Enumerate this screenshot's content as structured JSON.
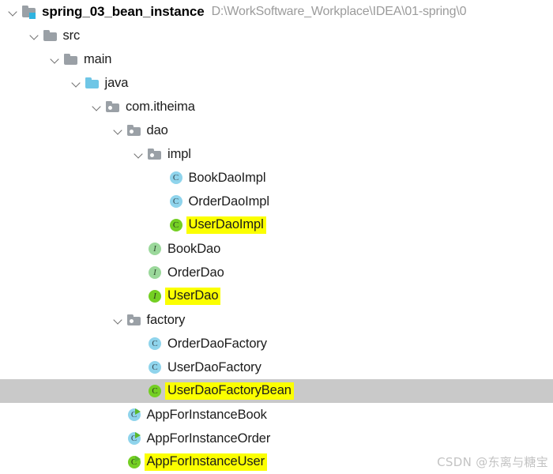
{
  "window": {
    "type": "ide-project-tree",
    "background": "#ffffff"
  },
  "colors": {
    "highlight_yellow": "#fbff00",
    "selection_gray": "#c9c9c9",
    "class_icon_blue": "#8fd4ec",
    "class_icon_green": "#74cf23",
    "interface_icon_green": "#9bd89b",
    "folder_gray": "#9aa0a6",
    "source_folder_blue": "#6fc6e6",
    "module_badge_cyan": "#2fb3e0",
    "path_text_gray": "#9b9b9b",
    "run_marker_green": "#5cb82a"
  },
  "tree": {
    "rows": [
      {
        "label": "spring_03_bean_instance",
        "path": "D:\\WorkSoftware_Workplace\\IDEA\\01-spring\\0",
        "icon": "module-folder-icon",
        "indent": 0,
        "expanded": true,
        "has_chevron": true,
        "highlighted": false,
        "selected": false,
        "bold": true
      },
      {
        "label": "src",
        "icon": "folder-icon",
        "indent": 1,
        "expanded": true,
        "has_chevron": true,
        "highlighted": false,
        "selected": false,
        "bold": false
      },
      {
        "label": "main",
        "icon": "folder-icon",
        "indent": 2,
        "expanded": true,
        "has_chevron": true,
        "highlighted": false,
        "selected": false,
        "bold": false
      },
      {
        "label": "java",
        "icon": "source-folder-icon",
        "indent": 3,
        "expanded": true,
        "has_chevron": true,
        "highlighted": false,
        "selected": false,
        "bold": false
      },
      {
        "label": "com.itheima",
        "icon": "package-icon",
        "indent": 4,
        "expanded": true,
        "has_chevron": true,
        "highlighted": false,
        "selected": false,
        "bold": false
      },
      {
        "label": "dao",
        "icon": "package-icon",
        "indent": 5,
        "expanded": true,
        "has_chevron": true,
        "highlighted": false,
        "selected": false,
        "bold": false
      },
      {
        "label": "impl",
        "icon": "package-icon",
        "indent": 6,
        "expanded": true,
        "has_chevron": true,
        "highlighted": false,
        "selected": false,
        "bold": false
      },
      {
        "label": "BookDaoImpl",
        "icon": "class-icon",
        "indent": 7,
        "expanded": false,
        "has_chevron": false,
        "highlighted": false,
        "selected": false,
        "bold": false
      },
      {
        "label": "OrderDaoImpl",
        "icon": "class-icon",
        "indent": 7,
        "expanded": false,
        "has_chevron": false,
        "highlighted": false,
        "selected": false,
        "bold": false
      },
      {
        "label": "UserDaoImpl",
        "icon": "class-icon",
        "indent": 7,
        "expanded": false,
        "has_chevron": false,
        "highlighted": true,
        "selected": false,
        "bold": false
      },
      {
        "label": "BookDao",
        "icon": "interface-icon",
        "indent": 6,
        "expanded": false,
        "has_chevron": false,
        "highlighted": false,
        "selected": false,
        "bold": false
      },
      {
        "label": "OrderDao",
        "icon": "interface-icon",
        "indent": 6,
        "expanded": false,
        "has_chevron": false,
        "highlighted": false,
        "selected": false,
        "bold": false
      },
      {
        "label": "UserDao",
        "icon": "interface-icon",
        "indent": 6,
        "expanded": false,
        "has_chevron": false,
        "highlighted": true,
        "selected": false,
        "bold": false
      },
      {
        "label": "factory",
        "icon": "package-icon",
        "indent": 5,
        "expanded": true,
        "has_chevron": true,
        "highlighted": false,
        "selected": false,
        "bold": false
      },
      {
        "label": "OrderDaoFactory",
        "icon": "class-icon",
        "indent": 6,
        "expanded": false,
        "has_chevron": false,
        "highlighted": false,
        "selected": false,
        "bold": false
      },
      {
        "label": "UserDaoFactory",
        "icon": "class-icon",
        "indent": 6,
        "expanded": false,
        "has_chevron": false,
        "highlighted": false,
        "selected": false,
        "bold": false
      },
      {
        "label": "UserDaoFactoryBean",
        "icon": "class-icon",
        "indent": 6,
        "expanded": false,
        "has_chevron": false,
        "highlighted": true,
        "selected": true,
        "bold": false
      },
      {
        "label": "AppForInstanceBook",
        "icon": "runnable-class-icon",
        "indent": 5,
        "expanded": false,
        "has_chevron": false,
        "highlighted": false,
        "selected": false,
        "bold": false
      },
      {
        "label": "AppForInstanceOrder",
        "icon": "runnable-class-icon",
        "indent": 5,
        "expanded": false,
        "has_chevron": false,
        "highlighted": false,
        "selected": false,
        "bold": false
      },
      {
        "label": "AppForInstanceUser",
        "icon": "runnable-class-icon",
        "indent": 5,
        "expanded": false,
        "has_chevron": false,
        "highlighted": true,
        "selected": false,
        "bold": false
      }
    ]
  },
  "watermark": {
    "text": "CSDN @东离与糖宝"
  }
}
